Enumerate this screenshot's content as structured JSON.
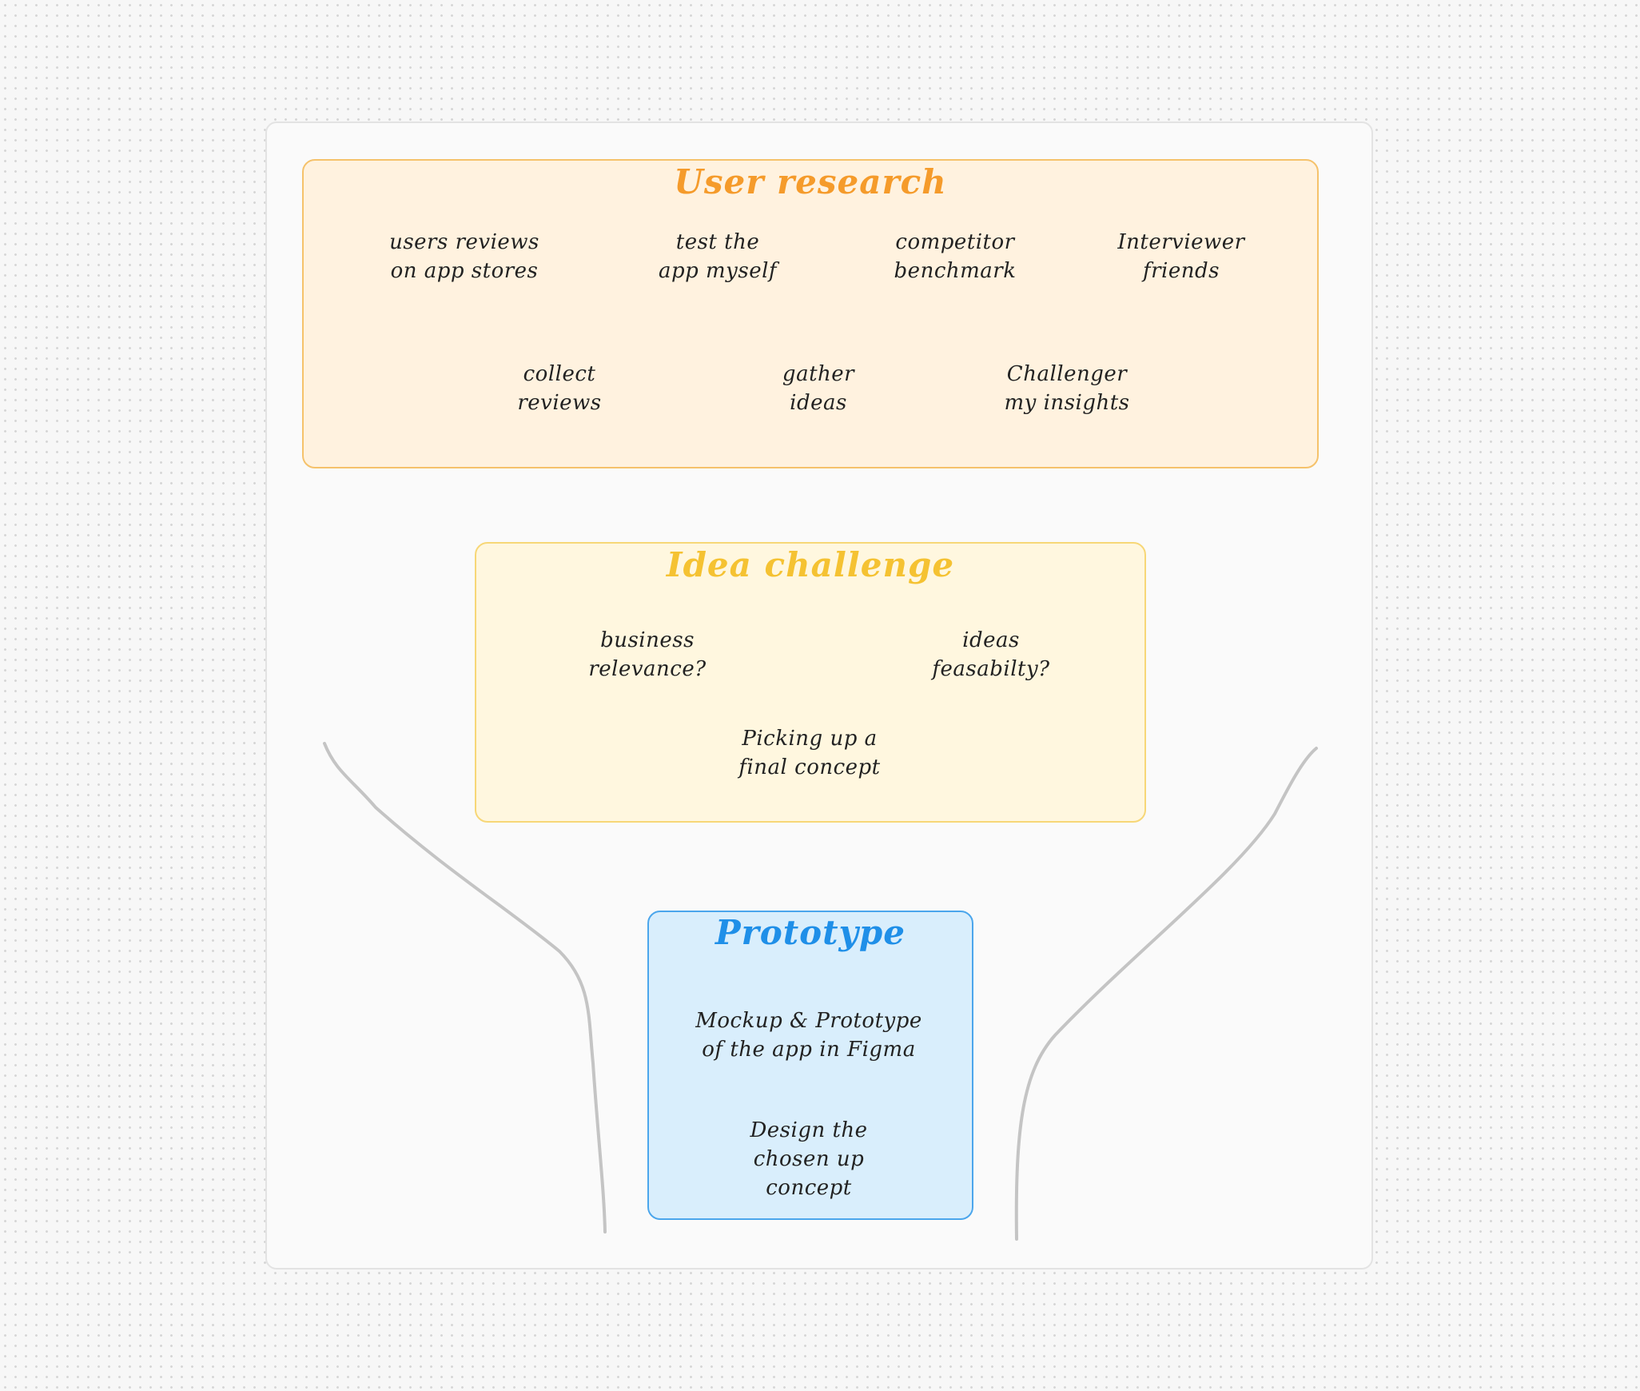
{
  "board": {
    "sections": {
      "user_research": {
        "title": "User research",
        "notes": [
          "users reviews\non app stores",
          "test the\napp myself",
          "competitor\nbenchmark",
          "Interviewer\nfriends",
          "collect\nreviews",
          "gather\nideas",
          "Challenger\nmy insights"
        ]
      },
      "idea_challenge": {
        "title": "Idea challenge",
        "notes": [
          "business\nrelevance?",
          "ideas\nfeasabilty?",
          "Picking up a\nfinal concept"
        ]
      },
      "prototype": {
        "title": "Prototype",
        "notes": [
          "Mockup & Prototype\nof the app in Figma",
          "Design the\nchosen up\nconcept"
        ]
      }
    }
  },
  "colors": {
    "user_research_accent": "#f59b2b",
    "idea_challenge_accent": "#f5c232",
    "prototype_accent": "#1f8fe8",
    "funnel_stroke": "#c4c4c4"
  }
}
